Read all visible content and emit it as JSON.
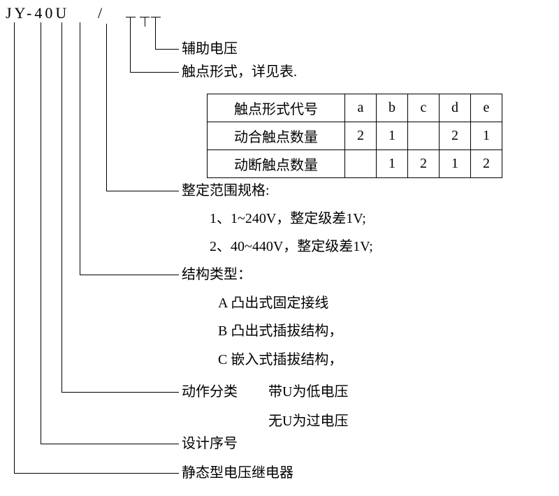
{
  "model": {
    "code": "JY-40U",
    "separator": "/"
  },
  "callouts": {
    "auxiliary_voltage": "辅助电压",
    "contact_form": "触点形式，详见表.",
    "setting_range": {
      "title": "整定范围规格:",
      "items": [
        "1、1~240V，整定级差1V;",
        "2、40~440V，整定级差1V;"
      ]
    },
    "structure_type": {
      "title": "结构类型：",
      "items": [
        "A 凸出式固定接线",
        "B 凸出式插拔结构，",
        "C 嵌入式插拔结构，"
      ]
    },
    "action_class": {
      "title": "动作分类",
      "with_u": "带U为低电压",
      "without_u": "无U为过电压"
    },
    "design_serial": "设计序号",
    "product_type": "静态型电压继电器"
  },
  "table": {
    "header_row": [
      "触点形式代号",
      "a",
      "b",
      "c",
      "d",
      "e"
    ],
    "rows": [
      [
        "动合触点数量",
        "2",
        "1",
        "",
        "2",
        "1"
      ],
      [
        "动断触点数量",
        "",
        "1",
        "2",
        "1",
        "2"
      ]
    ]
  }
}
